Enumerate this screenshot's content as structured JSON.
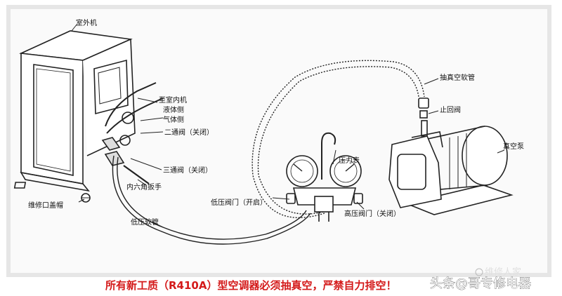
{
  "labels": {
    "outdoor_unit": "室外机",
    "to_indoor": "至室内机",
    "liquid_side": "液体侧",
    "gas_side": "气体侧",
    "two_way_valve": "二通阀（关闭）",
    "three_way_valve": "三通阀（关闭）",
    "hex_wrench": "内六角扳手",
    "service_port_cap": "维修口盖帽",
    "low_pressure_hose": "低压软管",
    "pressure_gauge": "压力表",
    "low_valve": "低压阀门（开启）",
    "high_valve": "高压阀门（关闭）",
    "vacuum_hose": "抽真空软管",
    "check_valve": "止回阀",
    "vacuum_pump": "真空泵"
  },
  "caption": "所有新工质（R410A）型空调器必须抽真空，严禁自力排空！",
  "watermark": {
    "faint": "维修人家",
    "main": "头条@哥专修电器"
  },
  "colors": {
    "caption": "#d41a1a",
    "line": "#222222",
    "background": "#ffffff"
  }
}
